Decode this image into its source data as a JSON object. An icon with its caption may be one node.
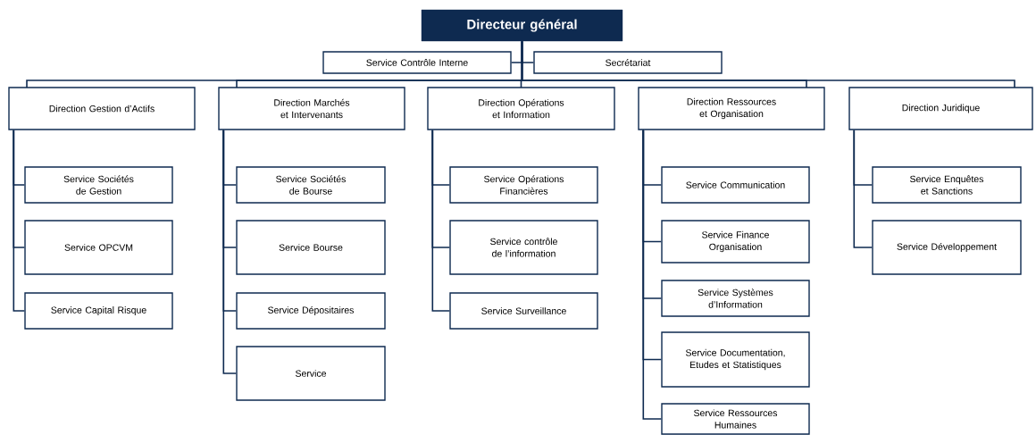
{
  "diagram": {
    "nodes": [
      {
        "text": [
          "Directeur général"
        ]
      },
      {
        "text": [
          "Service Contrôle Interne"
        ]
      },
      {
        "text": [
          "Secrétariat"
        ]
      },
      {
        "text": [
          "Direction Gestion d’Actifs"
        ]
      },
      {
        "text": [
          "Service Sociétés de Gestion"
        ]
      },
      {
        "text": [
          "Service OPCVM"
        ]
      },
      {
        "text": [
          "Service Capital Risque"
        ]
      },
      {
        "text": [
          "Direction Marchés et Intervenants"
        ]
      },
      {
        "text": [
          "Service Sociétés de Bourse"
        ]
      },
      {
        "text": [
          "Service Bourse"
        ]
      },
      {
        "text": [
          "Service Dépositaires"
        ]
      },
      {
        "text": [
          "Service"
        ]
      },
      {
        "text": [
          "Direction Opérations et Information"
        ]
      },
      {
        "text": [
          "Service Opérations Financières"
        ]
      },
      {
        "text": [
          "Service contrôle de l’information"
        ]
      },
      {
        "text": [
          "Service Surveillance"
        ]
      },
      {
        "text": [
          "Direction Ressources et Organisation"
        ]
      },
      {
        "text": [
          "Service Communication"
        ]
      },
      {
        "text": [
          "Service Finance Organisation"
        ]
      },
      {
        "text": [
          "Service Systèmes d’Information"
        ]
      },
      {
        "text": [
          "Service Documentation, Etudes et Statistiques"
        ]
      },
      {
        "text": [
          "Service Ressources Humaines"
        ]
      },
      {
        "text": [
          "Direction Juridique"
        ]
      },
      {
        "text": [
          "Service Enquêtes et Sanctions"
        ]
      },
      {
        "text": [
          "Service Développement"
        ]
      }
    ],
    "edges": [
      {
        "from": 0,
        "to": 1,
        "arrow": "none"
      },
      {
        "from": 0,
        "to": 2,
        "arrow": "none"
      },
      {
        "from": 0,
        "to": 3,
        "arrow": "none"
      },
      {
        "from": 0,
        "to": 7,
        "arrow": "none"
      },
      {
        "from": 0,
        "to": 12,
        "arrow": "none"
      },
      {
        "from": 0,
        "to": 16,
        "arrow": "none"
      },
      {
        "from": 0,
        "to": 22,
        "arrow": "none"
      },
      {
        "from": 3,
        "to": 4,
        "arrow": "none"
      },
      {
        "from": 3,
        "to": 5,
        "arrow": "none"
      },
      {
        "from": 3,
        "to": 6,
        "arrow": "none"
      },
      {
        "from": 7,
        "to": 8,
        "arrow": "none"
      },
      {
        "from": 7,
        "to": 9,
        "arrow": "none"
      },
      {
        "from": 7,
        "to": 10,
        "arrow": "none"
      },
      {
        "from": 7,
        "to": 11,
        "arrow": "none"
      },
      {
        "from": 12,
        "to": 13,
        "arrow": "none"
      },
      {
        "from": 12,
        "to": 14,
        "arrow": "none"
      },
      {
        "from": 12,
        "to": 15,
        "arrow": "none"
      },
      {
        "from": 16,
        "to": 17,
        "arrow": "none"
      },
      {
        "from": 16,
        "to": 18,
        "arrow": "none"
      },
      {
        "from": 16,
        "to": 19,
        "arrow": "none"
      },
      {
        "from": 16,
        "to": 20,
        "arrow": "none"
      },
      {
        "from": 16,
        "to": 21,
        "arrow": "none"
      },
      {
        "from": 22,
        "to": 23,
        "arrow": "none"
      },
      {
        "from": 22,
        "to": 24,
        "arrow": "none"
      }
    ]
  }
}
